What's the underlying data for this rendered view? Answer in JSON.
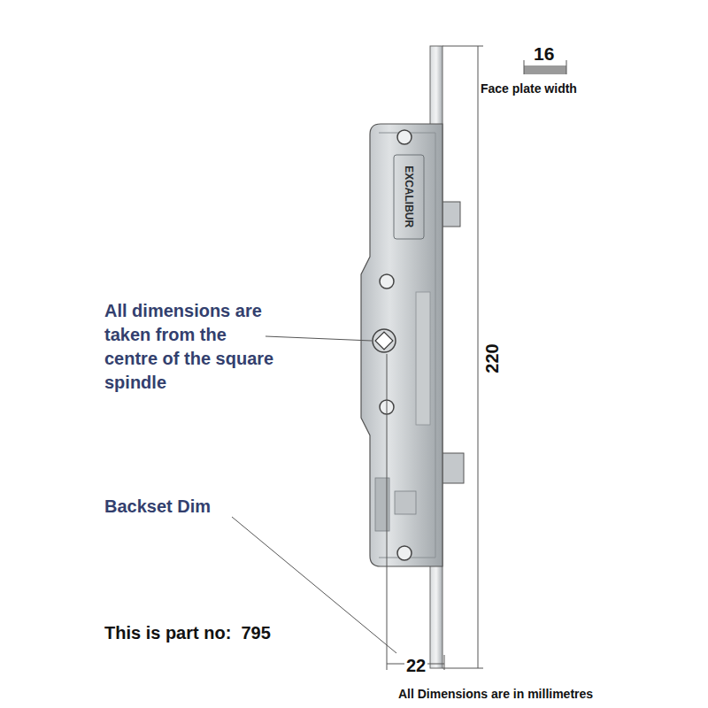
{
  "diagram": {
    "labels": [
      "16",
      "Face plate width",
      "EXCALIBUR",
      "All dimensions are taken from the centre of the square spindle",
      "220",
      "Backset Dim",
      "This is part no:  795",
      "22",
      "All Dimensions are in millimetres"
    ]
  }
}
